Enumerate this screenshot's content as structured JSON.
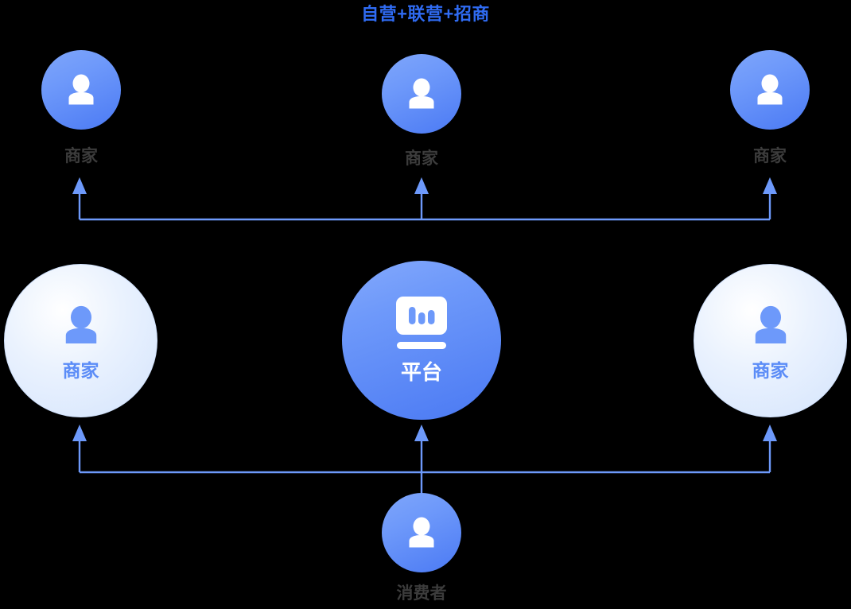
{
  "diagram": {
    "title": "自营+联营+招商",
    "title_color": "#2f6bf2",
    "background_color": "#000000",
    "accent_color": "#6d99fa",
    "connector_color": "#6d99fa",
    "pale_circle_color": "#e4eefe",
    "outside_label_color": "#3c3c3c",
    "inside_blue_label_color": "#5b8cf7"
  },
  "nodes": {
    "top_merchant_left": {
      "label": "商家",
      "icon": "person-icon",
      "label_position": "below"
    },
    "top_merchant_center": {
      "label": "商家",
      "icon": "person-icon",
      "label_position": "below"
    },
    "top_merchant_right": {
      "label": "商家",
      "icon": "person-icon",
      "label_position": "below"
    },
    "side_merchant_left": {
      "label": "商家",
      "icon": "person-icon",
      "label_position": "inside"
    },
    "platform": {
      "label": "平台",
      "icon": "platform-monitor-icon",
      "label_position": "inside"
    },
    "side_merchant_right": {
      "label": "商家",
      "icon": "person-icon",
      "label_position": "inside"
    },
    "consumer": {
      "label": "消费者",
      "icon": "person-icon",
      "label_position": "below"
    }
  },
  "connectors": [
    {
      "name": "merchants-to-top-row",
      "description": "bus line from platform row up to the three top merchant circles",
      "direction": "up",
      "arrow_targets": [
        "top_merchant_left",
        "top_merchant_center",
        "top_merchant_right"
      ]
    },
    {
      "name": "consumer-to-nodes",
      "description": "bus line from consumer up to left merchant, platform and right merchant",
      "direction": "up",
      "arrow_targets": [
        "side_merchant_left",
        "platform",
        "side_merchant_right"
      ]
    }
  ]
}
